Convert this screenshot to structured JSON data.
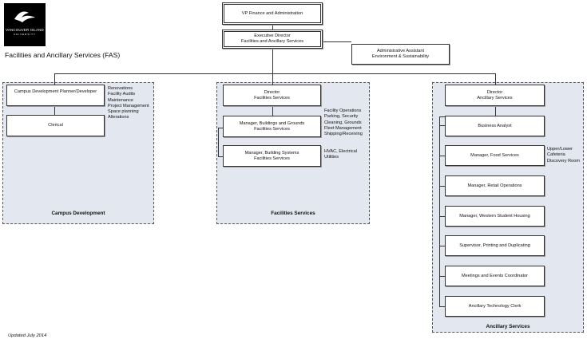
{
  "logo": {
    "line1": "VANCOUVER ISLAND",
    "line2": "UNIVERSITY"
  },
  "page_title": "Facilities and Ancillary Services (FAS)",
  "updated": "Updated July 2014",
  "top": {
    "vp": "VP Finance and Administration",
    "exec_director": "Executive Director\nFacilities and Ancillary Services",
    "admin_assistant": "Administrative Assistant\nEnvironment & Sustainability"
  },
  "campus_development": {
    "title": "Campus Development",
    "planner": "Campus Development Planner/Developer",
    "clerical": "Clerical",
    "duties": "Renovations\nFacility Audits\nMaintenance\nProject Management\nSpace planning\nAlterations"
  },
  "facilities_services": {
    "title": "Facilities Services",
    "director": "Director\nFacilities Services",
    "manager_bg": "Manager, Buildings and Grounds\nFacilities Services",
    "manager_bs": "Manager, Building Systems\nFacilities Services",
    "duties_bg": "Facility Operations\nParking, Security\nCleaning, Grounds\nFleet Management\nShipping/Receiving",
    "duties_bs": "HVAC, Electrical\nUtilities"
  },
  "ancillary_services": {
    "title": "Ancillary Services",
    "director": "Director\nAncillary Services",
    "positions": [
      "Business Analyst",
      "Manager, Food Services",
      "Manager, Retail Operations",
      "Manager, Western Student Housing",
      "Supervisor, Printing and Duplicating",
      "Meetings and Events Coordinator",
      "Ancillary Technology Clerk"
    ],
    "food_duties": "Upper/Lower\nCafeteria\nDiscovery Room"
  }
}
